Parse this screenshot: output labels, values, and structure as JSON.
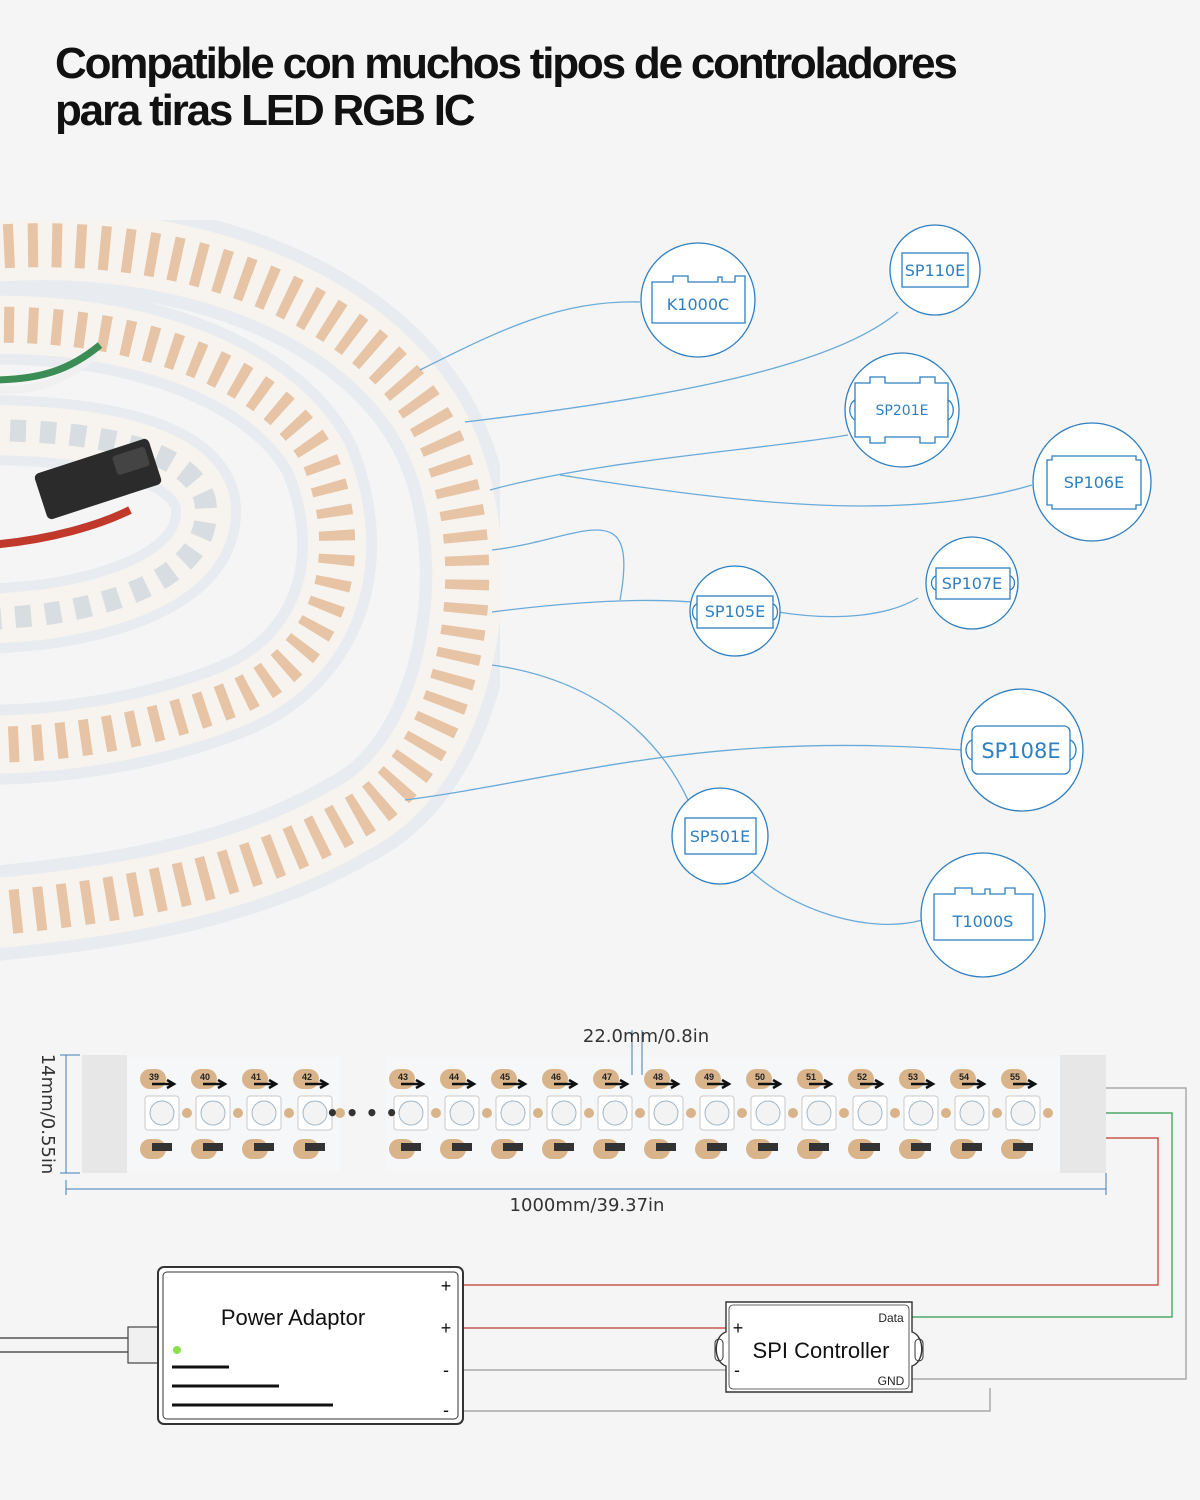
{
  "header": {
    "title_line1": "Compatible con muchos tipos de controladores",
    "title_line2": "para tiras  LED RGB IC"
  },
  "controllers": [
    {
      "label": "K1000C"
    },
    {
      "label": "SP110E"
    },
    {
      "label": "SP201E"
    },
    {
      "label": "SP106E"
    },
    {
      "label": "SP107E"
    },
    {
      "label": "SP105E"
    },
    {
      "label": "SP108E"
    },
    {
      "label": "SP501E"
    },
    {
      "label": "T1000S"
    }
  ],
  "strip_diagram": {
    "pitch_label": "22.0mm/0.8in",
    "width_label": "14mm/0.55in",
    "length_label": "1000mm/39.37in",
    "ellipsis": "• • • •",
    "left_numbers": [
      "39",
      "40",
      "41",
      "42"
    ],
    "right_numbers": [
      "43",
      "44",
      "45",
      "46",
      "47",
      "48",
      "49",
      "50",
      "51",
      "52",
      "53",
      "54",
      "55"
    ]
  },
  "wiring": {
    "power_adaptor_label": "Power Adaptor",
    "spi_controller_label": "SPI Controller",
    "data_label": "Data",
    "gnd_label": "GND",
    "plus_symbol": "+",
    "minus_symbol": "-"
  },
  "colors": {
    "controller_blue": "#2e7fc0",
    "leader_line": "#6aaad8",
    "strip_copper": "#d9b48a",
    "wire_red": "#c0392b",
    "wire_green": "#2e9a4a",
    "wire_gray": "#9a9a9a",
    "indicator_green": "#8be04a"
  }
}
